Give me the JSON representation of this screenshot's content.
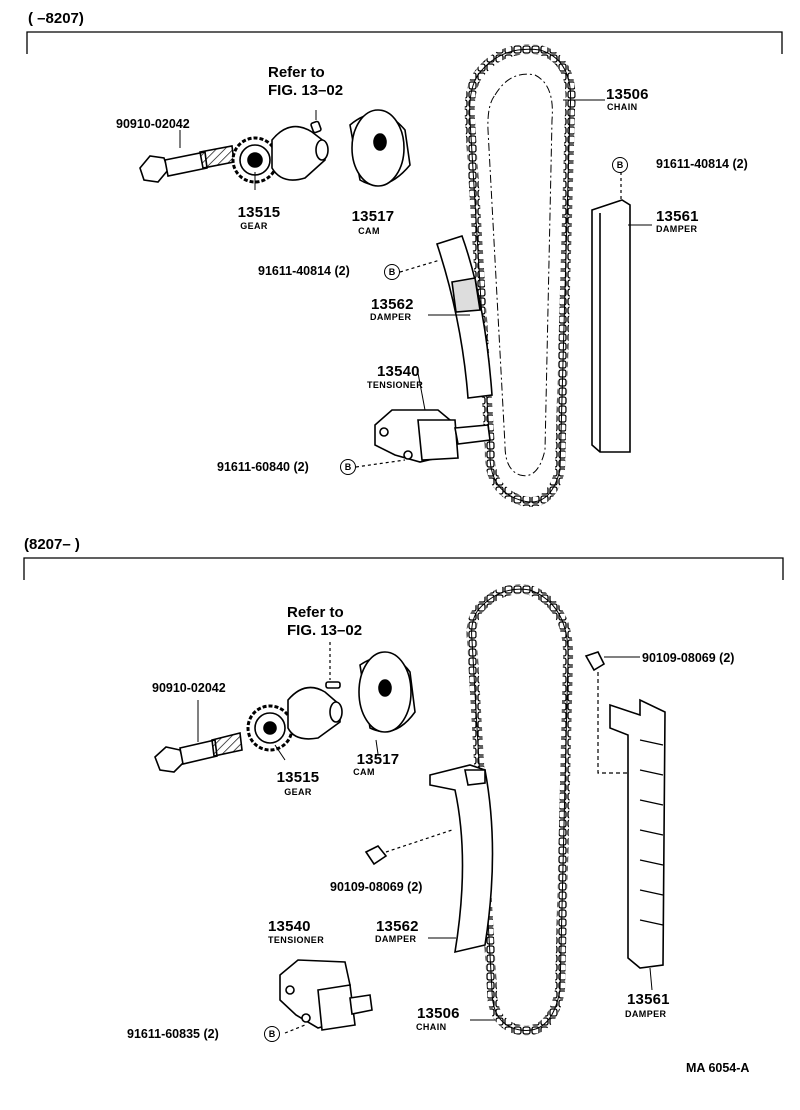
{
  "top": {
    "range_label": "(       –8207)",
    "ref_line1": "Refer to",
    "ref_line2": "FIG. 13–02",
    "bolt": "90910-02042",
    "gear_num": "13515",
    "gear_name": "GEAR",
    "cam_num": "13517",
    "cam_name": "CAM",
    "chain_num": "13506",
    "chain_name": "CHAIN",
    "damper_r_bolt": "91611-40814 (2)",
    "damper_r_num": "13561",
    "damper_r_name": "DAMPER",
    "damper_l_bolt": "91611-40814 (2)",
    "damper_l_num": "13562",
    "damper_l_name": "DAMPER",
    "tens_num": "13540",
    "tens_name": "TENSIONER",
    "tens_bolt": "91611-60840 (2)",
    "badge": "B"
  },
  "bottom": {
    "range_label": "(8207–        )",
    "ref_line1": "Refer to",
    "ref_line2": "FIG. 13–02",
    "bolt": "90910-02042",
    "gear_num": "13515",
    "gear_name": "GEAR",
    "cam_num": "13517",
    "cam_name": "CAM",
    "damper_r_bolt": "90109-08069 (2)",
    "damper_l_bolt": "90109-08069 (2)",
    "damper_l_num": "13562",
    "damper_l_name": "DAMPER",
    "tens_num": "13540",
    "tens_name": "TENSIONER",
    "tens_bolt": "91611-60835 (2)",
    "chain_num": "13506",
    "chain_name": "CHAIN",
    "damper_r_num": "13561",
    "damper_r_name": "DAMPER",
    "badge": "B"
  },
  "code": "MA 6054-A"
}
